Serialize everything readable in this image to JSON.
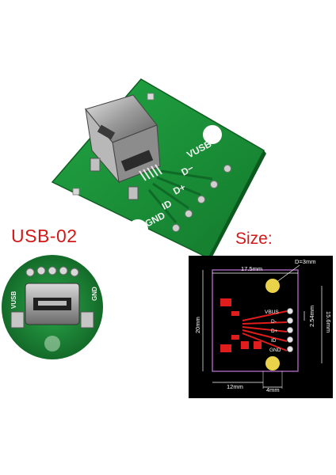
{
  "product_code": "USB-02",
  "size_heading": "Size:",
  "board_silkscreen": {
    "vusb": "VUSB",
    "dminus": "D−",
    "dplus": "D+",
    "id": "ID",
    "gnd": "GND"
  },
  "closeup_silkscreen": {
    "vusb": "VUSB",
    "gnd": "GND"
  },
  "drawing": {
    "width_top": "17.5mm",
    "hole_diameter": "D=3mm",
    "height_left": "20mm",
    "height_right": "15.6mm",
    "pitch": "2.54mm",
    "width_bottom": "12mm",
    "offset_bottom": "4mm",
    "pin_labels": [
      "VBUS",
      "D-",
      "D+",
      "ID",
      "GND"
    ]
  },
  "colors": {
    "pcb_green": "#1e9a3c",
    "text_red": "#d21818",
    "pad_red": "#e01c1c",
    "outline_purple": "#a060b0"
  }
}
